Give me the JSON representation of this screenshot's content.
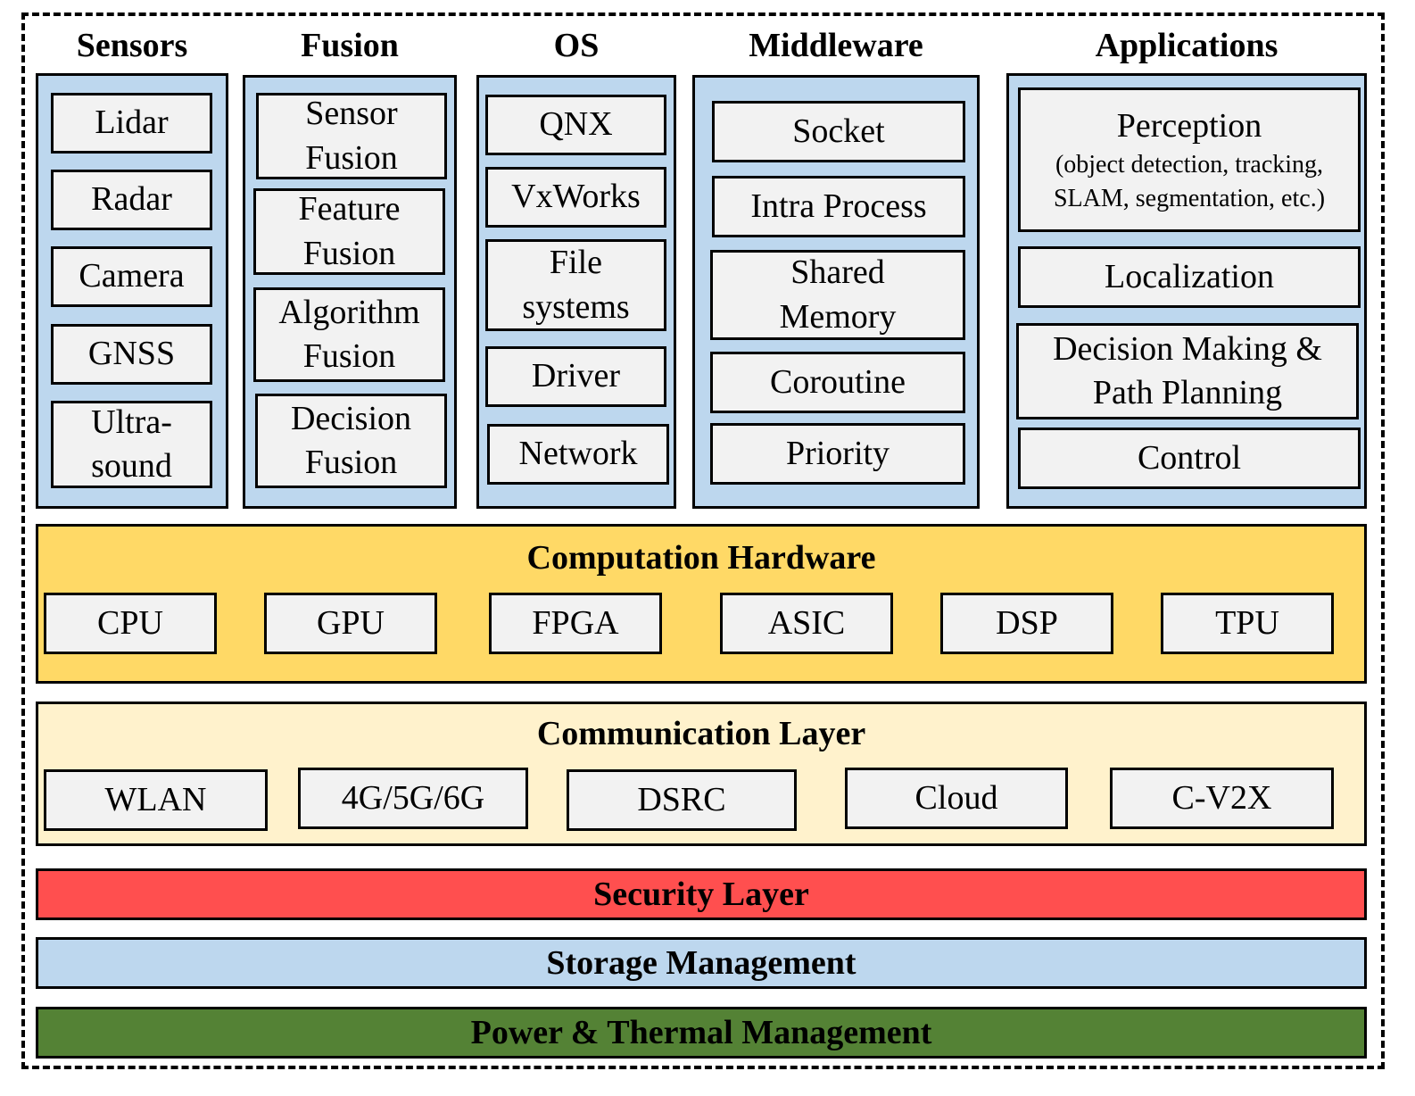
{
  "columns": {
    "sensors": {
      "title": "Sensors",
      "items": [
        "Lidar",
        "Radar",
        "Camera",
        "GNSS",
        "Ultra-\nsound"
      ]
    },
    "fusion": {
      "title": "Fusion",
      "items": [
        "Sensor\nFusion",
        "Feature\nFusion",
        "Algorithm\nFusion",
        "Decision\nFusion"
      ]
    },
    "os": {
      "title": "OS",
      "items": [
        "QNX",
        "VxWorks",
        "File\nsystems",
        "Driver",
        "Network"
      ]
    },
    "middleware": {
      "title": "Middleware",
      "items": [
        "Socket",
        "Intra Process",
        "Shared\nMemory",
        "Coroutine",
        "Priority"
      ]
    },
    "applications": {
      "title": "Applications",
      "perception": {
        "title": "Perception",
        "detail": "(object detection, tracking,\nSLAM, segmentation, etc.)"
      },
      "items": [
        "Localization",
        "Decision Making &\nPath Planning",
        "Control"
      ]
    }
  },
  "computation_hardware": {
    "title": "Computation Hardware",
    "items": [
      "CPU",
      "GPU",
      "FPGA",
      "ASIC",
      "DSP",
      "TPU"
    ]
  },
  "communication_layer": {
    "title": "Communication Layer",
    "items": [
      "WLAN",
      "4G/5G/6G",
      "DSRC",
      "Cloud",
      "C-V2X"
    ]
  },
  "security_layer": {
    "title": "Security Layer"
  },
  "storage_management": {
    "title": "Storage Management"
  },
  "power_thermal_management": {
    "title": "Power & Thermal Management"
  },
  "colors": {
    "column_fill": "#bdd7ee",
    "box_fill": "#f2f2f2",
    "computation_fill": "#ffd966",
    "communication_fill": "#fff2cc",
    "security_fill": "#ff4f4f",
    "storage_fill": "#bdd7ee",
    "power_fill": "#548235"
  }
}
